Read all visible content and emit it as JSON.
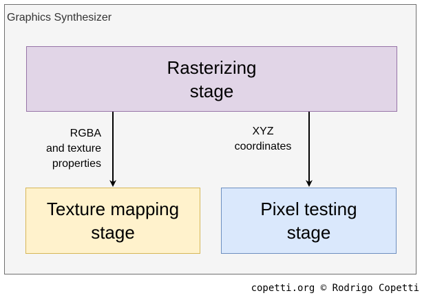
{
  "container": {
    "label": "Graphics Synthesizer"
  },
  "stages": {
    "rasterizing": "Rasterizing\nstage",
    "texture_mapping": "Texture mapping\nstage",
    "pixel_testing": "Pixel testing\nstage"
  },
  "edges": {
    "rgba": "RGBA\nand texture\nproperties",
    "xyz": "XYZ\ncoordinates"
  },
  "credit": "copetti.org © Rodrigo Copetti",
  "colors": {
    "container_fill": "#f5f5f5",
    "container_border": "#6f6f6f",
    "rasterizing_fill": "#e1d5e7",
    "rasterizing_border": "#9673a6",
    "texture_fill": "#fff2cc",
    "texture_border": "#d6b656",
    "pixel_fill": "#dae8fc",
    "pixel_border": "#6c8ebf",
    "arrow": "#000000"
  }
}
